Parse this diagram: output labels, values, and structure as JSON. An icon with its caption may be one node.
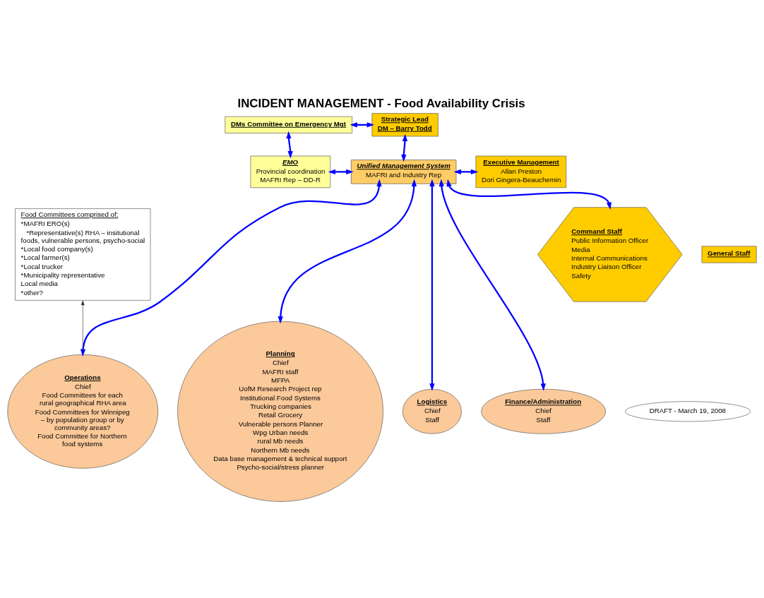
{
  "diagram": {
    "title": "INCIDENT MANAGEMENT - Food Availability Crisis",
    "nodes": [
      {
        "text": [
          "DMs Committee on Emergency Mgt"
        ]
      },
      {
        "text": [
          "Strategic Lead",
          "DM – Barry Todd"
        ]
      },
      {
        "text": [
          "Executive Management",
          "Allan Preston",
          "Dori Gingera-Beauchemin"
        ]
      },
      {
        "text": [
          "EMO",
          "Provincial coordination",
          "MAFRI Rep – DD-R"
        ]
      },
      {
        "text": [
          "Unified Management System",
          "MAFRI and Industry Rep"
        ]
      },
      {
        "text": [
          "Food Committees comprised of:",
          "*MAFRI ERO(s)",
          "*Representative(s) RHA – insitutional foods, vulnerable persons, psycho-social",
          "*Local food company(s)",
          "*Local farmer(s)",
          "*Local trucker",
          "*Municipality representative",
          "Local media",
          "*other?"
        ]
      },
      {
        "text": [
          "Command Staff",
          "Public Information Officer",
          "Media",
          "Internal Communications",
          "Industry Liaison Officer",
          "Safety"
        ]
      },
      {
        "text": [
          "General Staff"
        ]
      },
      {
        "text": [
          "Operations",
          "Chief",
          "Food Committees for each rural geographical RHA area",
          "Food Committees for Winnipeg – by population group or by community areas?",
          "Food Committee for Northern food systems"
        ]
      },
      {
        "text": [
          "Planning",
          "Chief",
          "MAFRI staff",
          "MFPA",
          "UofM Research Project rep",
          "Institutional Food Systems",
          "Trucking companies",
          "Retail Grocery",
          "Vulnerable persons Planner",
          "Wpg Urban needs",
          "rural Mb needs",
          "Northern Mb needs",
          "Data base management & technical support",
          "Psycho-social/stress planner"
        ]
      },
      {
        "text": [
          "Logistics",
          "Chief",
          "Staff"
        ]
      },
      {
        "text": [
          "Finance/Administration",
          "Chief",
          "Staff"
        ]
      },
      {
        "text": [
          "DRAFT - March 19, 2008"
        ]
      }
    ],
    "edges": [
      {
        "from": 0,
        "to": 1,
        "arrow": "both"
      },
      {
        "from": 0,
        "to": 3,
        "arrow": "both"
      },
      {
        "from": 1,
        "to": 4,
        "arrow": "both"
      },
      {
        "from": 3,
        "to": 4,
        "arrow": "both"
      },
      {
        "from": 4,
        "to": 2,
        "arrow": "both"
      },
      {
        "from": 4,
        "to": 6,
        "arrow": "both"
      },
      {
        "from": 4,
        "to": 8,
        "arrow": "both"
      },
      {
        "from": 4,
        "to": 9,
        "arrow": "both"
      },
      {
        "from": 4,
        "to": 10,
        "arrow": "both"
      },
      {
        "from": 4,
        "to": 11,
        "arrow": "both"
      },
      {
        "from": 8,
        "to": 5,
        "arrow": "to",
        "color": "#333333"
      }
    ]
  }
}
